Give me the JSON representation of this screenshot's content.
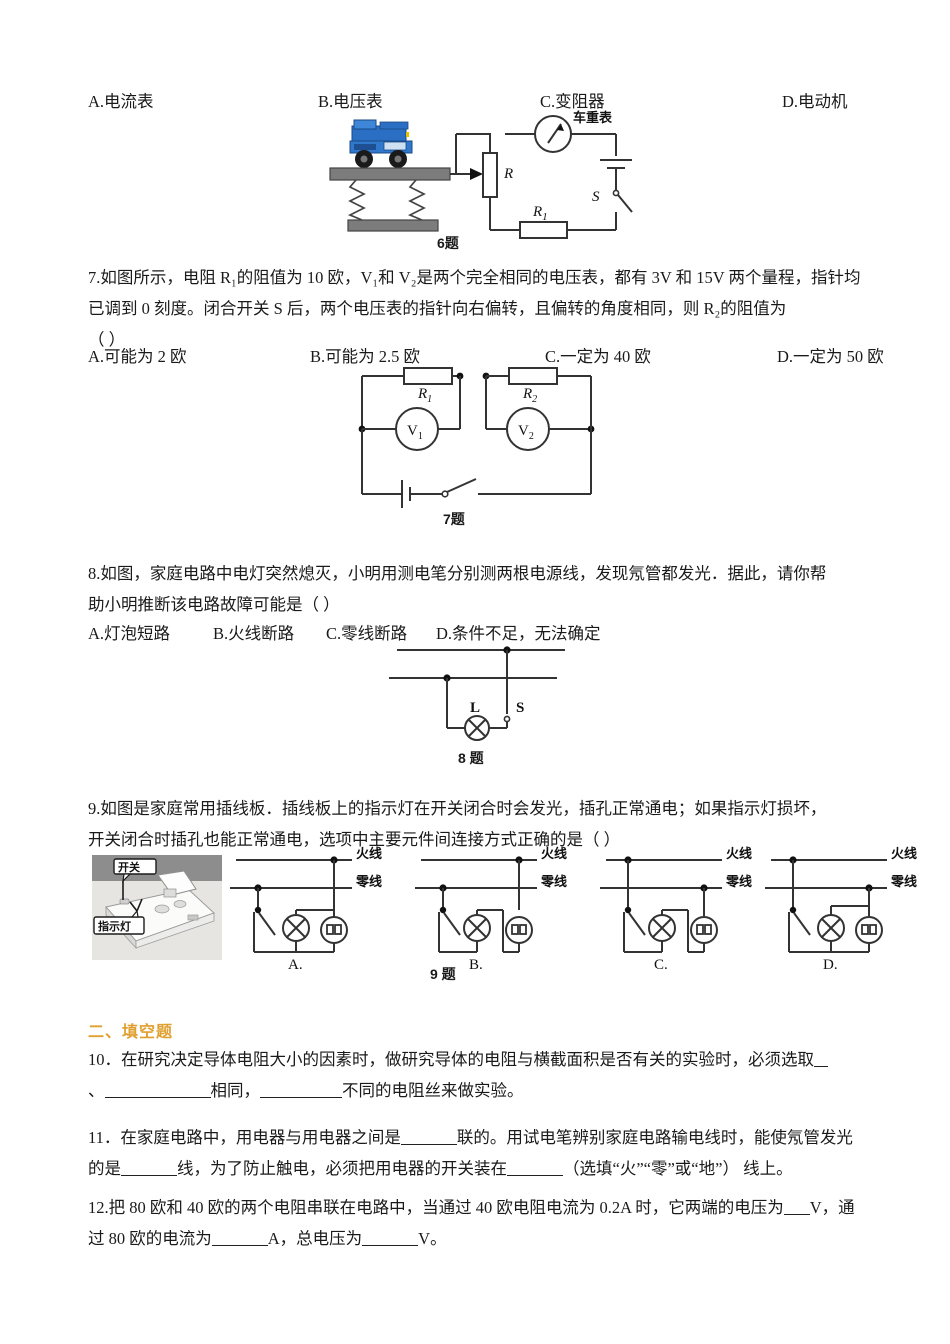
{
  "document": {
    "type": "physics-worksheet",
    "language": "zh-CN"
  },
  "q6": {
    "options": [
      {
        "key": "A.",
        "label": "A.电流表"
      },
      {
        "key": "B.",
        "label": "B.电压表"
      },
      {
        "key": "C.",
        "label": "C.变阻器"
      },
      {
        "key": "D.",
        "label": "D.电动机"
      }
    ],
    "figure": {
      "caption": "6题",
      "meter_label": "车重表",
      "rheostat_label": "R",
      "resistor_label": "R",
      "resistor_sub": "1",
      "switch_label": "S"
    }
  },
  "q7": {
    "stem_line1": "7.如图所示，电阻 R₁的阻值为 10 欧，V₁和 V₂是两个完全相同的电压表，都有 3V 和 15V 两个量程，指针均",
    "stem_line2": "已调到 0 刻度。闭合开关 S 后，两个电压表的指针向右偏转，且偏转的角度相同，则 R₂的阻值为",
    "stem_line3": "（   ）",
    "options": [
      {
        "key": "A.",
        "label": "A.可能为 2 欧"
      },
      {
        "key": "B.",
        "label": "B.可能为 2.5 欧"
      },
      {
        "key": "C.",
        "label": "C.一定为 40 欧"
      },
      {
        "key": "D.",
        "label": "D.一定为 50 欧"
      }
    ],
    "figure": {
      "caption": "7题",
      "r1_label": "R",
      "r1_sub": "1",
      "r2_label": "R",
      "r2_sub": "2",
      "v1_label": "V",
      "v1_sub": "1",
      "v2_label": "V",
      "v2_sub": "2"
    }
  },
  "q8": {
    "stem_line1": "8.如图，家庭电路中电灯突然熄灭，小明用测电笔分别测两根电源线，发现氖管都发光．据此，请你帮",
    "stem_line2": "助小明推断该电路故障可能是（     ）",
    "options": [
      {
        "key": "A.",
        "label": "A.灯泡短路"
      },
      {
        "key": "B.",
        "label": "B.火线断路"
      },
      {
        "key": "C.",
        "label": "C.零线断路"
      },
      {
        "key": "D.",
        "label": "D.条件不足，无法确定"
      }
    ],
    "figure": {
      "caption": "8 题",
      "lamp_label": "L",
      "switch_label": "S"
    }
  },
  "q9": {
    "stem_line1": "9.如图是家庭常用插线板．插线板上的指示灯在开关闭合时会发光，插孔正常通电；如果指示灯损坏，",
    "stem_line2": "开关闭合时插孔也能正常通电，选项中主要元件间连接方式正确的是（     ）",
    "photo": {
      "callout_switch": "开关",
      "callout_indicator": "指示灯"
    },
    "figure": {
      "caption": "9 题",
      "live_wire_label": "火线",
      "neutral_wire_label": "零线",
      "choices": [
        {
          "key": "A."
        },
        {
          "key": "B."
        },
        {
          "key": "C."
        },
        {
          "key": "D."
        }
      ]
    }
  },
  "section2": {
    "heading": "二、填空题"
  },
  "q10": {
    "line1": "10．在研究决定导体电阻大小的因素时，做研究导体的电阻与横截面积是否有关的实验时，必须选取",
    "line2_a": "、",
    "line2_b": "相同，",
    "line2_c": "不同的电阻丝来做实验。"
  },
  "q11": {
    "line1_a": "11．在家庭电路中，用电器与用电器之间是",
    "line1_b": "联的。用试电笔辨别家庭电路输电线时，能使氖管发光",
    "line2_a": "的是",
    "line2_b": "线，为了防止触电，必须把用电器的开关装在",
    "line2_c": "（选填“火”“零”或“地”） 线上。"
  },
  "q12": {
    "line1_a": "12.把 80 欧和 40 欧的两个电阻串联在电路中，当通过 40 欧电阻电流为 0.2A 时，它两端的电压为",
    "line1_b": "V，通",
    "line2_a": "过 80 欧的电流为",
    "line2_b": "A，总电压为",
    "line2_c": "V。"
  },
  "colors": {
    "section_heading": "#E0A030",
    "ink": "#1a1a1a",
    "wire": "#333333",
    "truck_blue": "#2b6fc4",
    "platform_gray": "#7c7c7c"
  }
}
